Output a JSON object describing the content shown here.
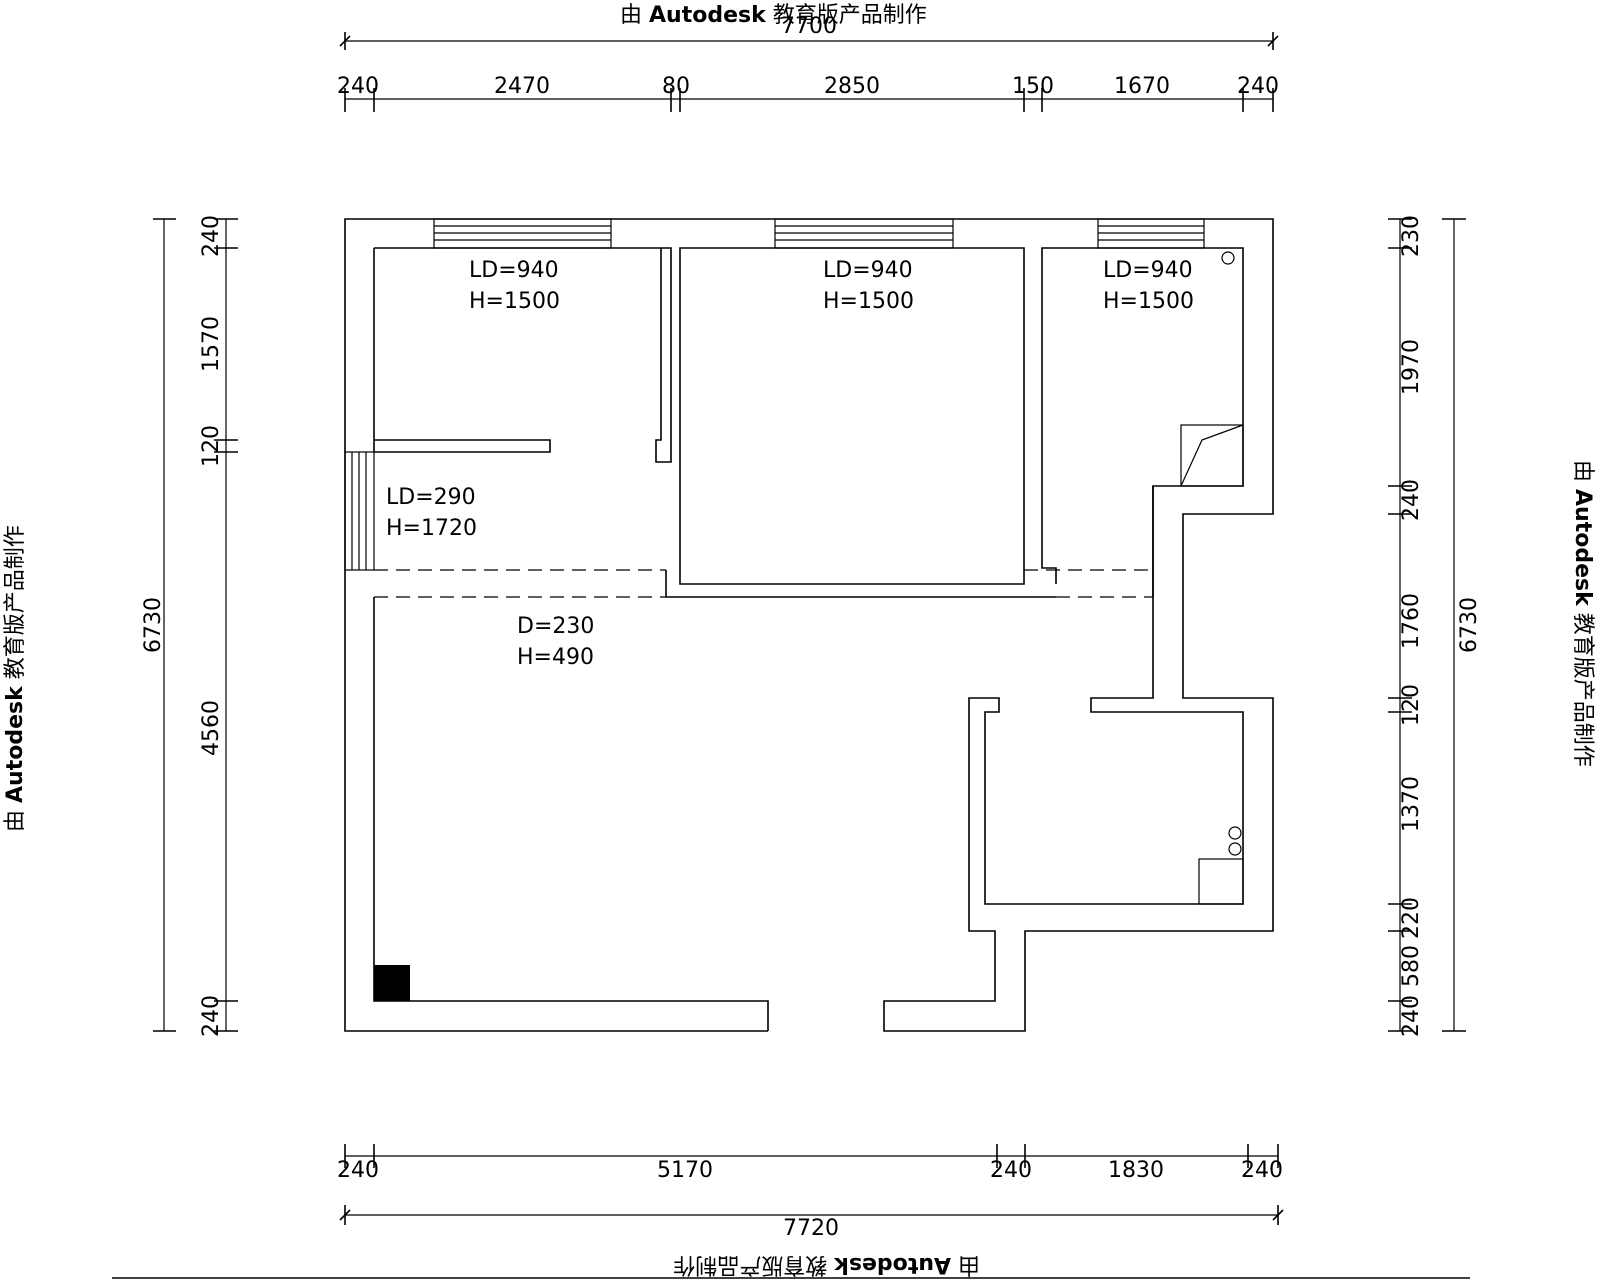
{
  "watermark": {
    "prefix": "由",
    "brand": "Autodesk",
    "suffix": "教育版产品制作"
  },
  "dimensions": {
    "top_total": "7700",
    "top_segments": [
      "240",
      "2470",
      "80",
      "2850",
      "150",
      "1670",
      "240"
    ],
    "bottom_total": "7720",
    "bottom_segments": [
      "240",
      "5170",
      "240",
      "1830",
      "240"
    ],
    "left_total": "6730",
    "left_segments": [
      "240",
      "1570",
      "120",
      "4560",
      "240"
    ],
    "right_total": "6730",
    "right_segments": [
      "230",
      "1970",
      "240",
      "1760",
      "120",
      "1370",
      "220",
      "580",
      "240"
    ]
  },
  "annotations": {
    "window1": {
      "ld": "LD=940",
      "h": "H=1500"
    },
    "window2": {
      "ld": "LD=940",
      "h": "H=1500"
    },
    "window3": {
      "ld": "LD=940",
      "h": "H=1500"
    },
    "window_side": {
      "ld": "LD=290",
      "h": "H=1720"
    },
    "beam": {
      "d": "D=230",
      "h": "H=490"
    }
  }
}
